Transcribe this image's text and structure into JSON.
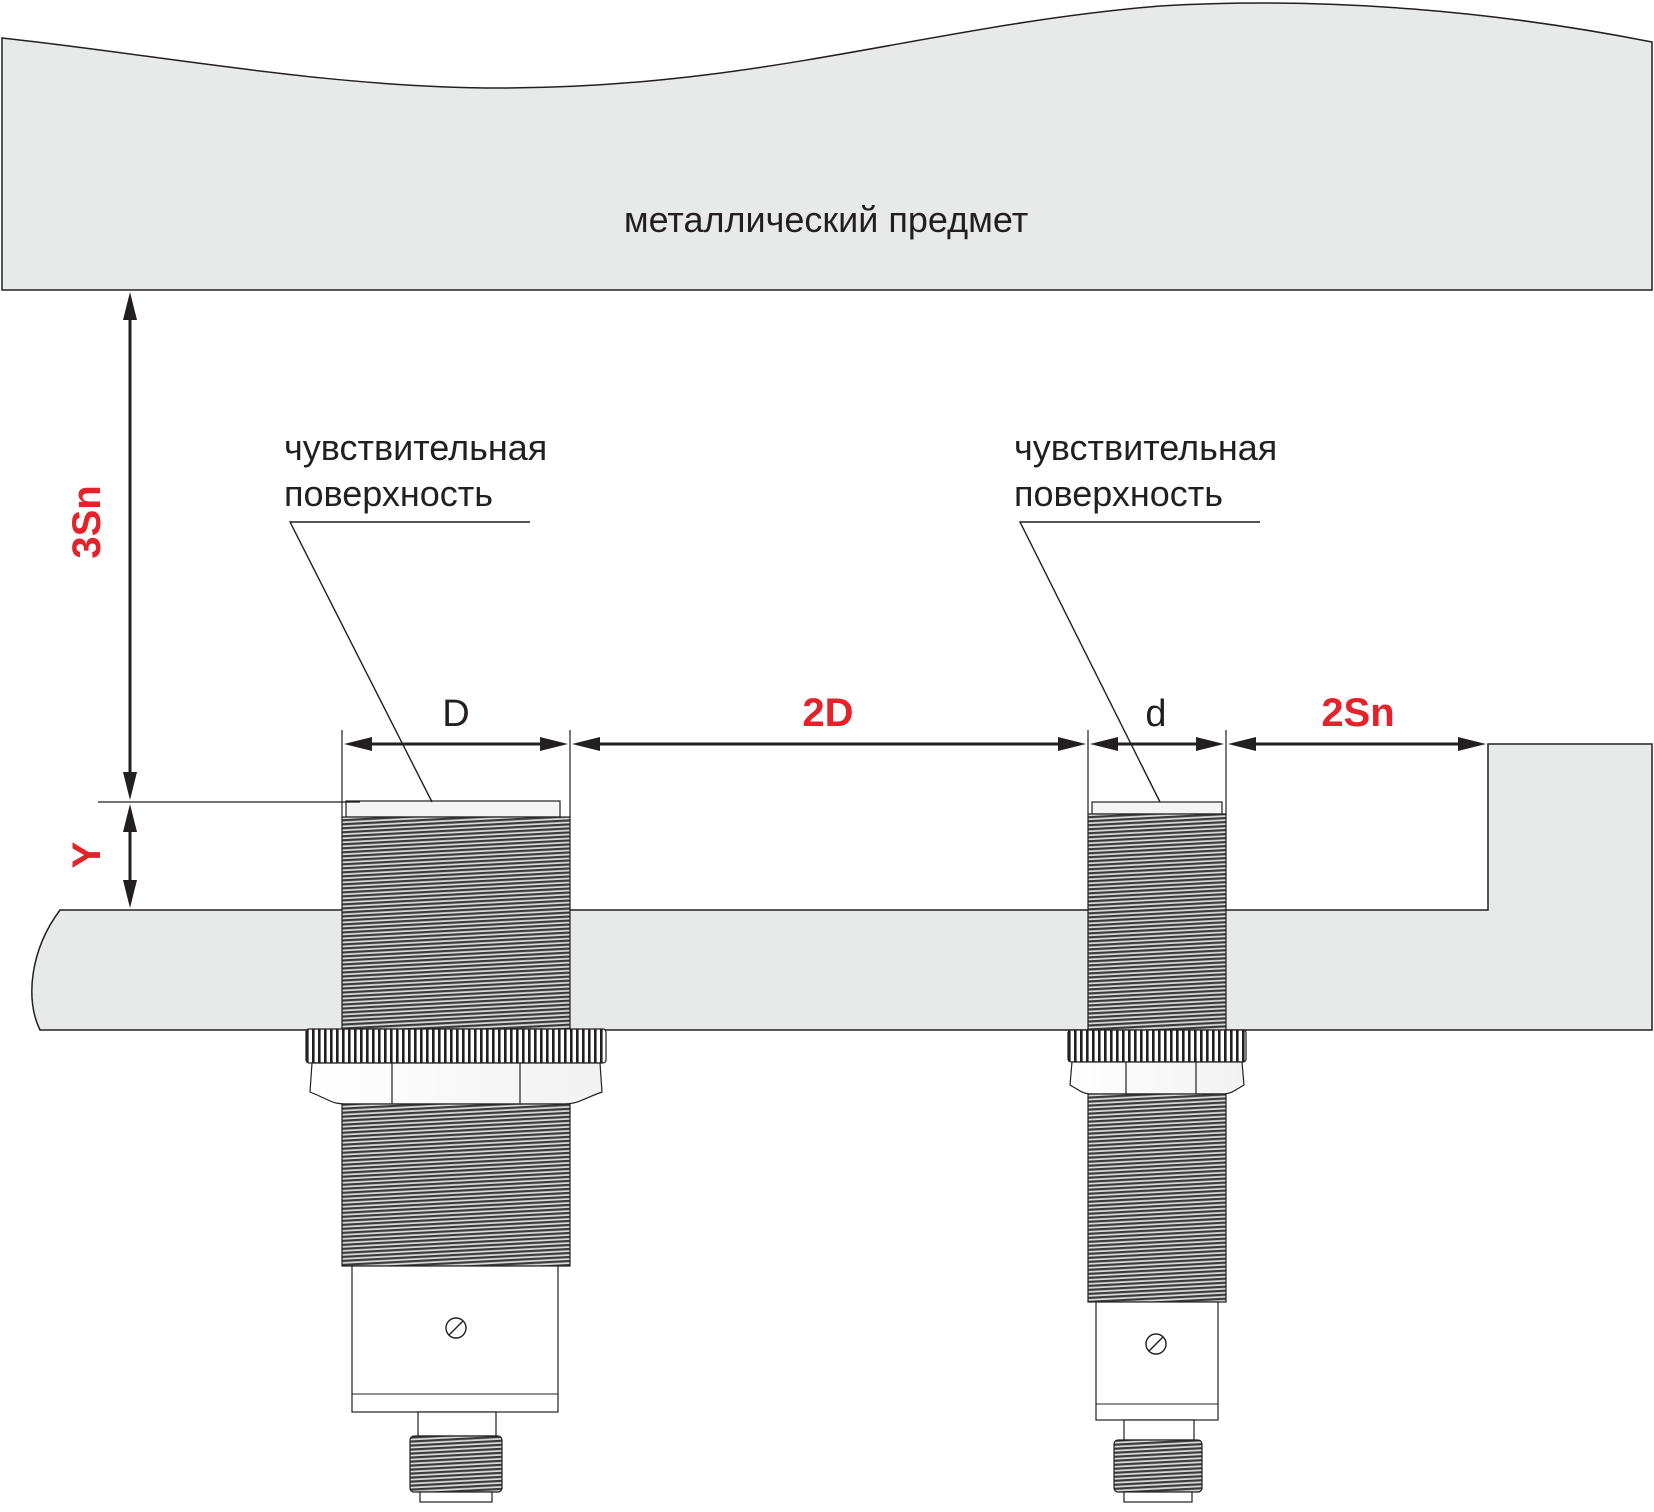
{
  "object_label": "металлический предмет",
  "sensing_surface_label_left": [
    "чувствительная",
    "поверхность"
  ],
  "sensing_surface_label_right": [
    "чувствительная",
    "поверхность"
  ],
  "dimensions": {
    "big_diameter": "D",
    "spacing": "2D",
    "small_diameter": "d",
    "side_clearance": "2Sn",
    "object_distance": "3Sn",
    "protrusion": "Y"
  },
  "colors": {
    "plate_fill": "#e8e9e9",
    "outline": "#231f20",
    "highlight_text": "#e3222a",
    "thread_fill": "#4a4a4a"
  }
}
